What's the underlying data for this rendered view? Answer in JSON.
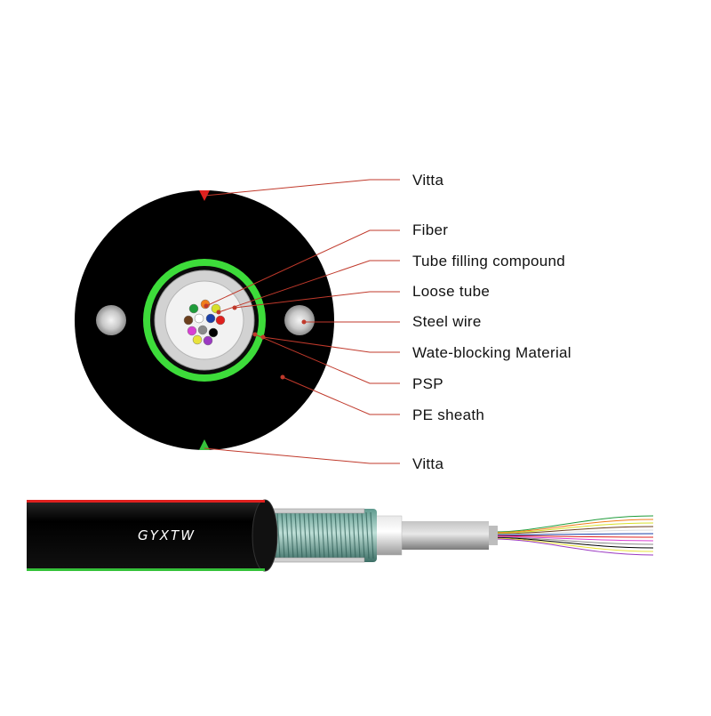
{
  "labels": {
    "vitta_top": "Vitta",
    "fiber": "Fiber",
    "tube_filling_compound": "Tube filling compound",
    "loose_tube": "Loose tube",
    "steel_wire": "Steel wire",
    "water_blocking": "Wate-blocking Material",
    "psp": "PSP",
    "pe_sheath": "PE sheath",
    "vitta_bottom": "Vitta"
  },
  "cable_marking": "GYXTW",
  "colors": {
    "sheath": "#000000",
    "leader_line": "#c0392b",
    "vitta_top": "#e0201e",
    "vitta_bottom": "#35c23a",
    "water_blocking": "#3ddc3a",
    "loose_tube": "#cfcfcf",
    "psp_corrugation": "#7fb3a8"
  },
  "fiber_colors": [
    "#1f9c3a",
    "#f07d1a",
    "#d8e02a",
    "#6b3f1d",
    "#ffffff",
    "#1a3fa8",
    "#e0201e",
    "#d93fd3",
    "#8a8a8a",
    "#000000",
    "#e8e23a",
    "#9b39c2"
  ]
}
